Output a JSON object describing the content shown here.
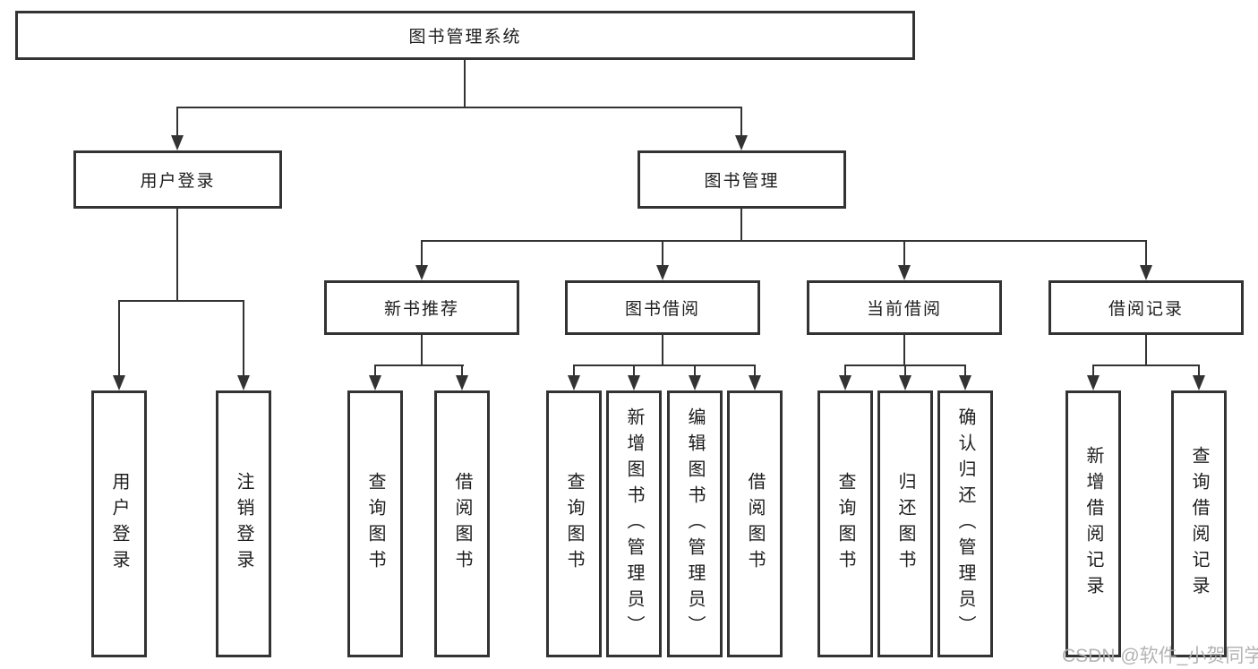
{
  "diagram": {
    "root": {
      "label": "图书管理系统"
    },
    "branches": [
      {
        "label": "用户登录",
        "children": [
          {
            "label": "用户登录"
          },
          {
            "label": "注销登录"
          }
        ]
      },
      {
        "label": "图书管理",
        "children": [
          {
            "label": "新书推荐",
            "children": [
              {
                "label": "查询图书"
              },
              {
                "label": "借阅图书"
              }
            ]
          },
          {
            "label": "图书借阅",
            "children": [
              {
                "label": "查询图书"
              },
              {
                "label": "新增图书（管理员）"
              },
              {
                "label": "编辑图书（管理员）"
              },
              {
                "label": "借阅图书"
              }
            ]
          },
          {
            "label": "当前借阅",
            "children": [
              {
                "label": "查询图书"
              },
              {
                "label": "归还图书"
              },
              {
                "label": "确认归还（管理员）"
              }
            ]
          },
          {
            "label": "借阅记录",
            "children": [
              {
                "label": "新增借阅记录"
              },
              {
                "label": "查询借阅记录"
              }
            ]
          }
        ]
      }
    ]
  },
  "watermark": {
    "text": "CSDN @软件_小贺同学"
  },
  "colors": {
    "line": "#333333",
    "box_border": "#333333",
    "box_background": "#ffffff",
    "text": "#1d1d1d",
    "watermark": "#b0b0b0",
    "background": "#ffffff"
  }
}
